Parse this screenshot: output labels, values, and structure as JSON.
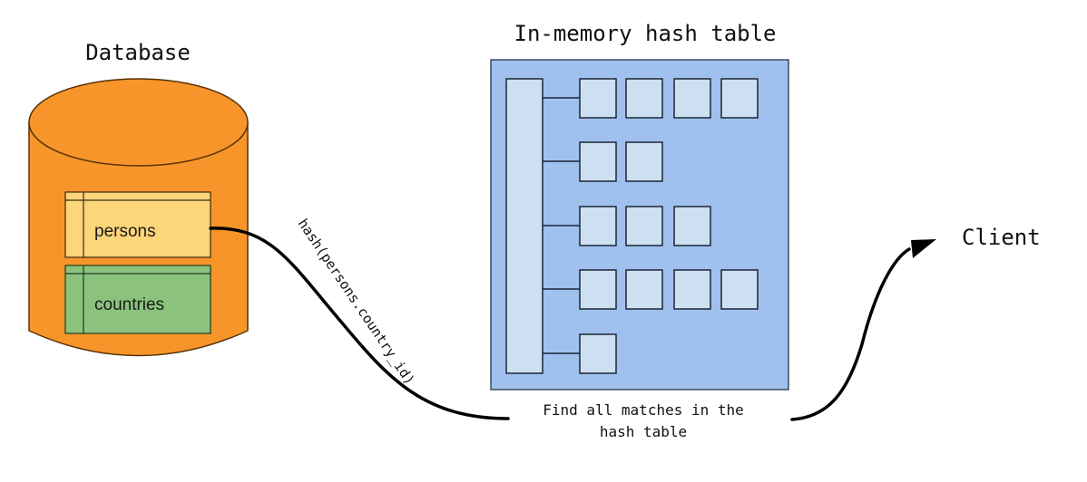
{
  "database": {
    "title": "Database",
    "fill_color": "#f7952a",
    "tables": [
      {
        "name": "persons",
        "fill_color": "#fdd57a"
      },
      {
        "name": "countries",
        "fill_color": "#8bc37e"
      }
    ]
  },
  "hash_table": {
    "title": "In-memory hash table",
    "background_color": "#a0c1ee",
    "cell_color": "#cde0f2",
    "bucket_chain_lengths": [
      4,
      2,
      3,
      4,
      1
    ]
  },
  "edges": {
    "hash_label": "hash(persons.country_id)",
    "probe_label_line1": "Find all matches in the",
    "probe_label_line2": "hash table"
  },
  "client": {
    "label": "Client"
  }
}
